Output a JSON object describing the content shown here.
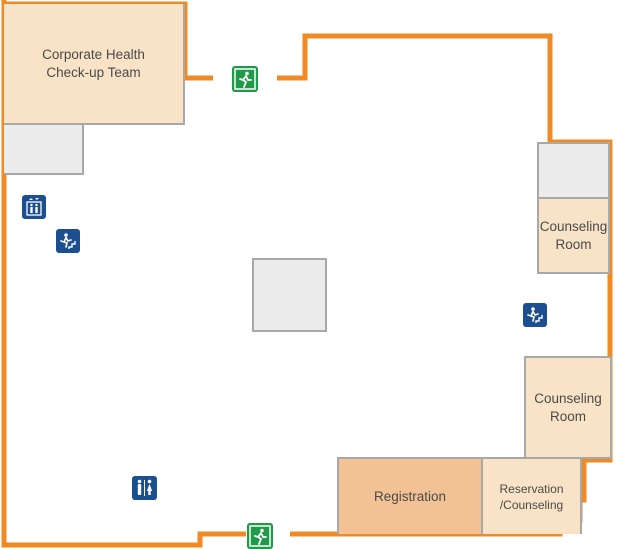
{
  "rooms": {
    "corporate_health": "Corporate Health\nCheck-up Team",
    "counseling_1": "Counseling\nRoom",
    "counseling_2": "Counseling\nRoom",
    "registration": "Registration",
    "reservation": "Reservation\n/Counseling"
  },
  "icons": {
    "exit_top": "emergency-exit",
    "exit_bottom": "emergency-exit",
    "elevator": "elevator",
    "stairs_left": "stairs",
    "stairs_right": "stairs",
    "restroom": "restroom"
  },
  "colors": {
    "wall": "#f18a22",
    "room_fill": "#f9e3c6",
    "registration_fill": "#f2c294",
    "structure_fill": "#ececec",
    "exit_icon": "#1f9a49",
    "facility_icon": "#1b4f8f"
  }
}
